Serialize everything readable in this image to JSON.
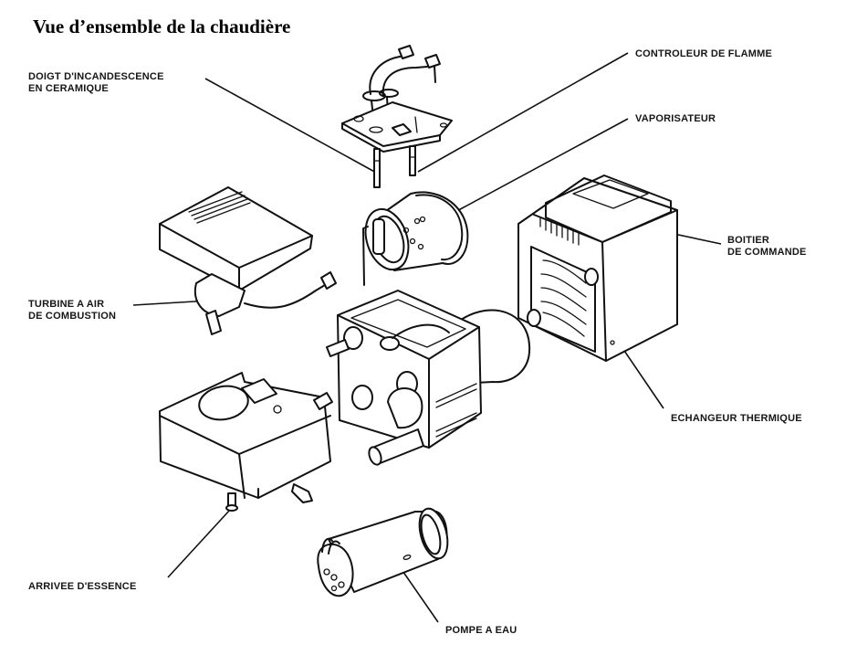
{
  "title": "Vue d’ensemble de la chaudière",
  "labels": {
    "doigt": [
      "DOIGT D'INCANDESCENCE",
      "EN CERAMIQUE"
    ],
    "controleur": [
      "CONTROLEUR DE FLAMME"
    ],
    "vaporisateur": [
      "VAPORISATEUR"
    ],
    "boitier": [
      "BOITIER",
      "DE COMMANDE"
    ],
    "turbine": [
      "TURBINE A AIR",
      "DE COMBUSTION"
    ],
    "echangeur": [
      "ECHANGEUR THERMIQUE"
    ],
    "arrivee": [
      "ARRIVEE D'ESSENCE"
    ],
    "pompe": [
      "POMPE A EAU"
    ]
  },
  "colors": {
    "ink": "#111111",
    "background": "#ffffff"
  }
}
